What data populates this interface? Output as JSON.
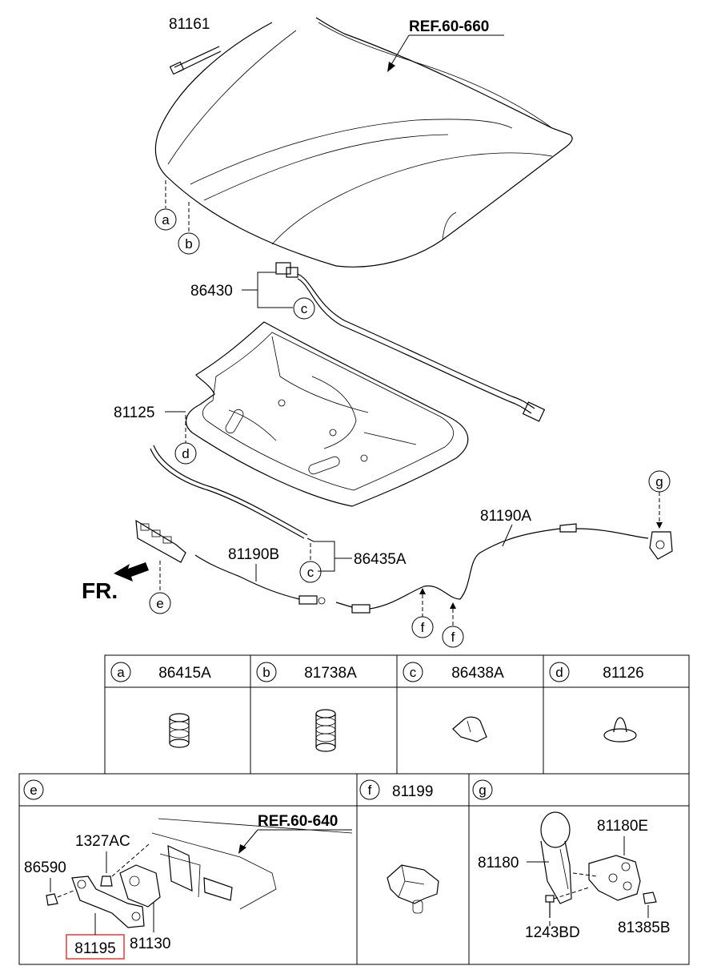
{
  "diagram": {
    "labels": {
      "strut": "81161",
      "ref_hood": "REF.60-660",
      "cable_top": "86430",
      "insulator": "81125",
      "weatherstrip_clip": "86435A",
      "cable_b": "81190B",
      "cable_a": "81190A",
      "front_arrow": "FR."
    },
    "callouts": [
      "a",
      "b",
      "c",
      "d",
      "e",
      "f",
      "g"
    ]
  },
  "table_top": {
    "cells": [
      {
        "letter": "a",
        "part": "86415A"
      },
      {
        "letter": "b",
        "part": "81738A"
      },
      {
        "letter": "c",
        "part": "86438A"
      },
      {
        "letter": "d",
        "part": "81126"
      }
    ]
  },
  "table_bottom": {
    "e": {
      "letter": "e",
      "ref": "REF.60-640",
      "labels": {
        "bolt": "1327AC",
        "nut": "86590",
        "latch": "81130",
        "highlighted": "81195"
      }
    },
    "f": {
      "letter": "f",
      "part": "81199"
    },
    "g": {
      "letter": "g",
      "labels": {
        "handle": "81180",
        "bracket": "81180E",
        "bolt": "1243BD",
        "nut": "81385B"
      }
    }
  },
  "colors": {
    "highlight_box": "#e53935"
  }
}
